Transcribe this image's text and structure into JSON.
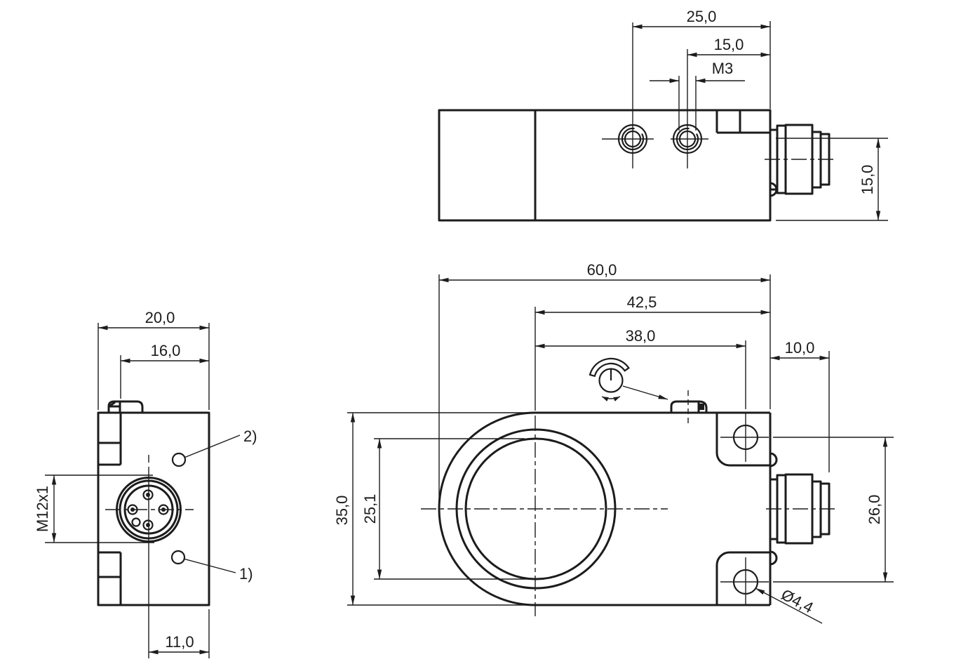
{
  "colors": {
    "line": "#1c1c1c",
    "background": "#ffffff"
  },
  "icons": {
    "potentiometer": "potentiometer-adjustment-icon"
  },
  "top_view": {
    "dim_hole_to_edge": "25,0",
    "dim_thread_to_edge": "15,0",
    "thread_label": "M3",
    "dim_depth": "15,0"
  },
  "side_view": {
    "dim_width": "20,0",
    "dim_cover": "16,0",
    "connector_thread": "M12x1",
    "dim_connector_offset": "11,0",
    "note_upper": "2)",
    "note_lower": "1)"
  },
  "front_view": {
    "dim_length": "60,0",
    "dim_center_to_edge": "42,5",
    "dim_center_to_holes": "38,0",
    "dim_connector_length": "10,0",
    "dim_height": "35,0",
    "dim_bore": "25,1",
    "dim_hole_spacing": "26,0",
    "hole_diameter": "Ø4,4"
  }
}
